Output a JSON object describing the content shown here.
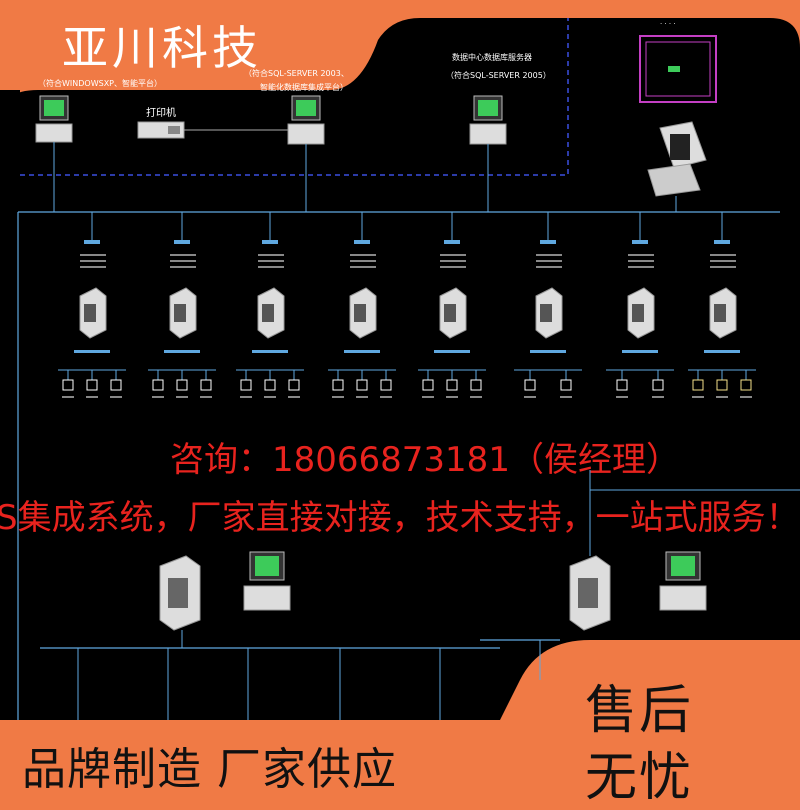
{
  "brand": {
    "name": "亚川科技"
  },
  "contact": {
    "text": "咨询：18066873181（侯经理）"
  },
  "service": {
    "text": "S集成系统，厂家直接对接，技术支持，一站式服务！"
  },
  "footer": {
    "slogan": "品牌制造  厂家供应",
    "after_sales_1": "售后",
    "after_sales_2": "无忧"
  },
  "diagram": {
    "labels": {
      "os_left": "（符合WINDOWSXP、智能平台）",
      "server_top": "（符合SQL-SERVER 2003、",
      "server_top2": "智能化数据库集成平台）",
      "db_title": "数据中心数据库服务器",
      "db_sub": "（符合SQL-SERVER 2005）",
      "printer": "打印机"
    },
    "colors": {
      "background": "#000000",
      "line": "#5FA8E0",
      "dashed": "#3A4FE0",
      "frame": "#C43FC4",
      "monitor": "#3DCB5A"
    }
  }
}
